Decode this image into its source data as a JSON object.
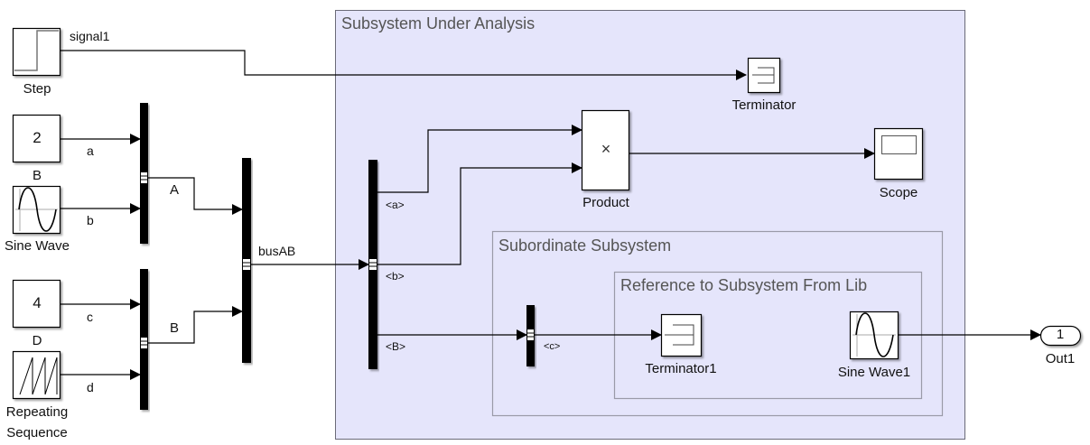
{
  "diagram": {
    "subsystems": {
      "main": {
        "title": "Subsystem Under Analysis",
        "fill": "#e5e5fb",
        "border": "#6b6b78"
      },
      "subordinate": {
        "title": "Subordinate Subsystem",
        "border": "#9a9aa8"
      },
      "library_ref": {
        "title": "Reference to Subsystem From Lib",
        "border": "#9a9aa8"
      }
    },
    "blocks": {
      "step": {
        "label": "Step"
      },
      "constant_a": {
        "value": "2",
        "label": "B"
      },
      "sine_wave": {
        "label": "Sine Wave"
      },
      "constant_c": {
        "value": "4",
        "label": "D"
      },
      "repeating_sequence": {
        "label_line1": "Repeating",
        "label_line2": "Sequence"
      },
      "product": {
        "label": "Product",
        "symbol": "×"
      },
      "terminator": {
        "label": "Terminator"
      },
      "scope": {
        "label": "Scope"
      },
      "terminator1": {
        "label": "Terminator1"
      },
      "sine_wave1": {
        "label": "Sine Wave1"
      },
      "out1": {
        "port_number": "1",
        "label": "Out1"
      }
    },
    "signals": {
      "signal1": "signal1",
      "a": "a",
      "b": "b",
      "c": "c",
      "d": "d",
      "A": "A",
      "B": "B",
      "busAB": "busAB",
      "sel_a": "<a>",
      "sel_b": "<b>",
      "sel_B": "<B>",
      "sel_c": "<c>"
    }
  }
}
